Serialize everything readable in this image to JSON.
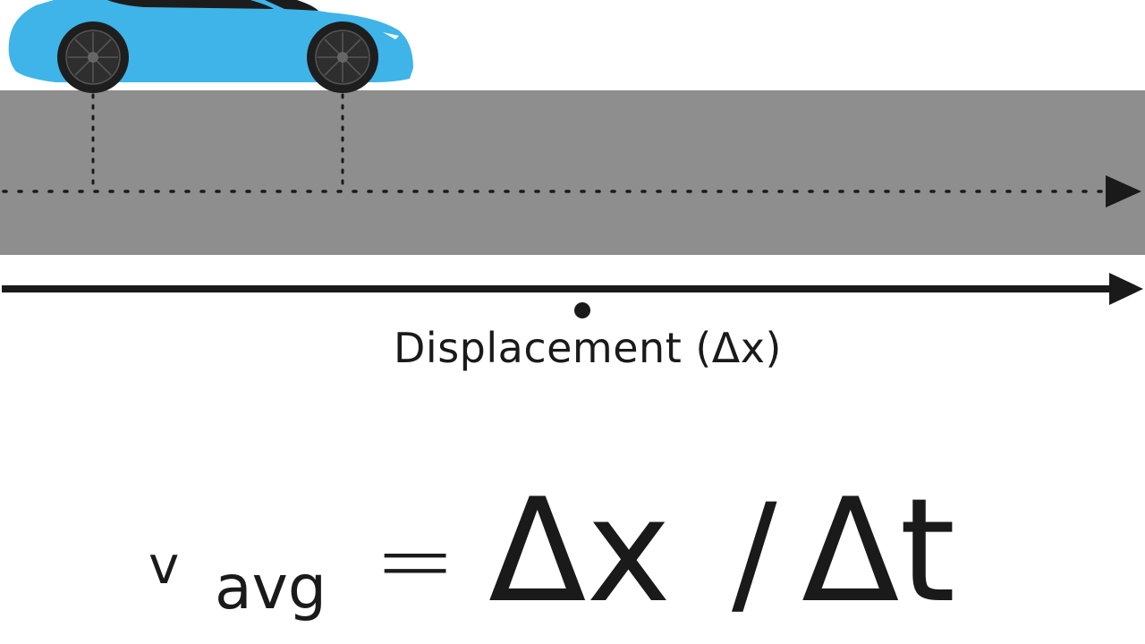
{
  "diagram": {
    "axis_label": "Displacement (Δx)",
    "formula": {
      "v": "v",
      "subscript": "avg",
      "equals": "=",
      "numerator": "Δx",
      "slash": "/",
      "denominator": "Δt"
    }
  },
  "colors": {
    "road": "#8e8e8e",
    "car_body": "#3fb4e8",
    "car_window": "#1c1c1c",
    "tire": "#1e1e1e",
    "ink": "#1a1a1a"
  }
}
